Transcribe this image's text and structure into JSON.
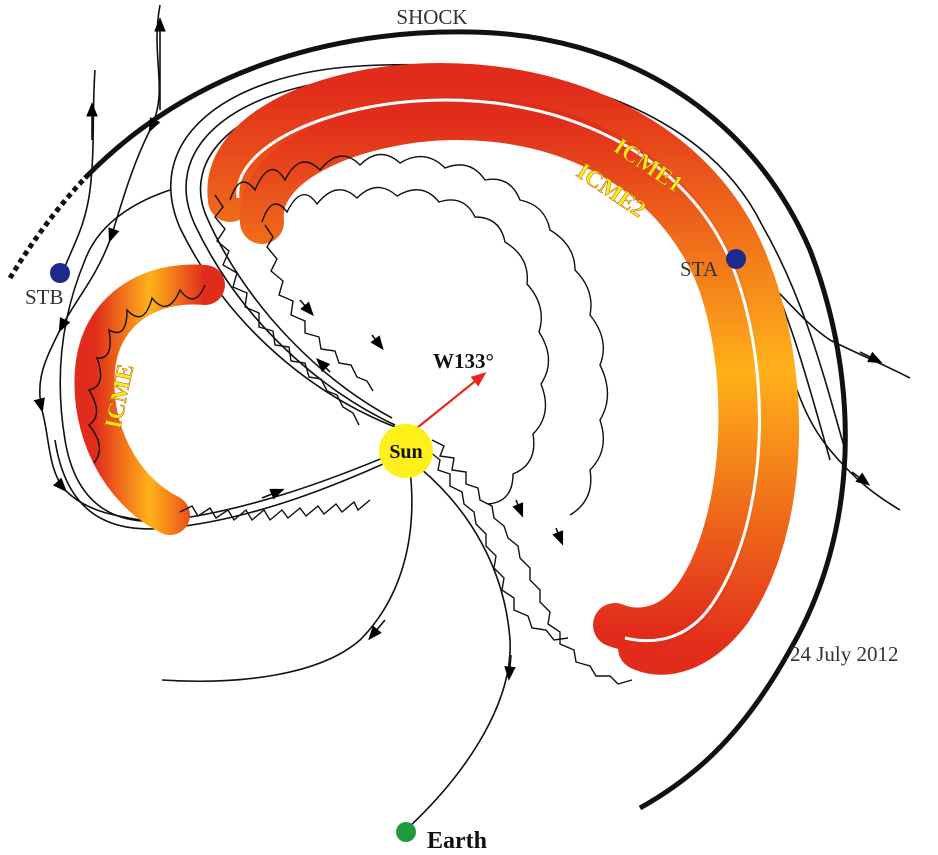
{
  "labels": {
    "shock": "SHOCK",
    "stb": "STB",
    "sta": "STA",
    "icme": "ICME",
    "icme1": "ICME1",
    "icme2": "ICME2",
    "direction": "W133°",
    "sun": "Sun",
    "earth": "Earth",
    "date": "24 July 2012"
  },
  "colors": {
    "sun": "#ffef1a",
    "earth": "#1e9a3c",
    "spacecraft": "#1c2a8c",
    "direction_arrow": "#e8281e",
    "icme_gradient_edge": "#e12b1b",
    "icme_gradient_mid": "#ffb21a",
    "icme_label": "#ffe817"
  }
}
